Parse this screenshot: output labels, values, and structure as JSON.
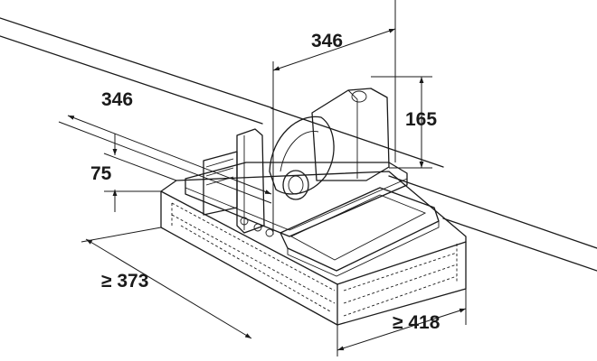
{
  "dimensions": {
    "top_width": "346",
    "side_depth": "346",
    "height": "165",
    "cutout_depth": "75",
    "min_length": "≥ 373",
    "min_width": "≥ 418"
  }
}
